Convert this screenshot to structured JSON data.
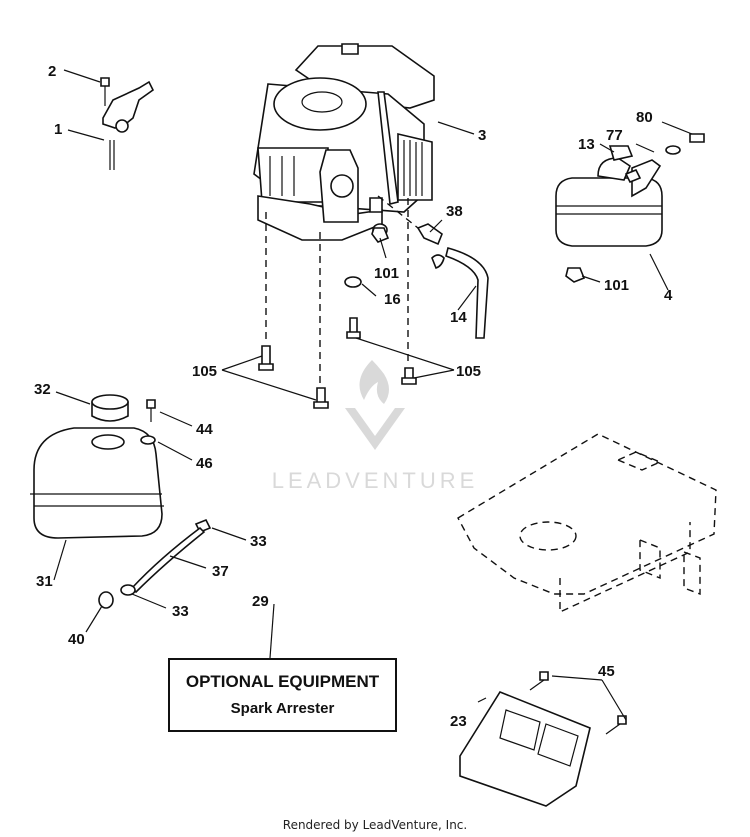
{
  "callouts": {
    "c1": "1",
    "c2": "2",
    "c3": "3",
    "c4": "4",
    "c13": "13",
    "c14": "14",
    "c16": "16",
    "c23": "23",
    "c29": "29",
    "c31": "31",
    "c32": "32",
    "c33a": "33",
    "c33b": "33",
    "c37": "37",
    "c38": "38",
    "c40": "40",
    "c44": "44",
    "c45": "45",
    "c46": "46",
    "c77": "77",
    "c80": "80",
    "c101a": "101",
    "c101b": "101",
    "c105a": "105",
    "c105b": "105"
  },
  "note": {
    "title": "OPTIONAL EQUIPMENT",
    "subtitle": "Spark Arrester"
  },
  "watermark": "LEADVENTURE",
  "footer": "Rendered by LeadVenture, Inc."
}
